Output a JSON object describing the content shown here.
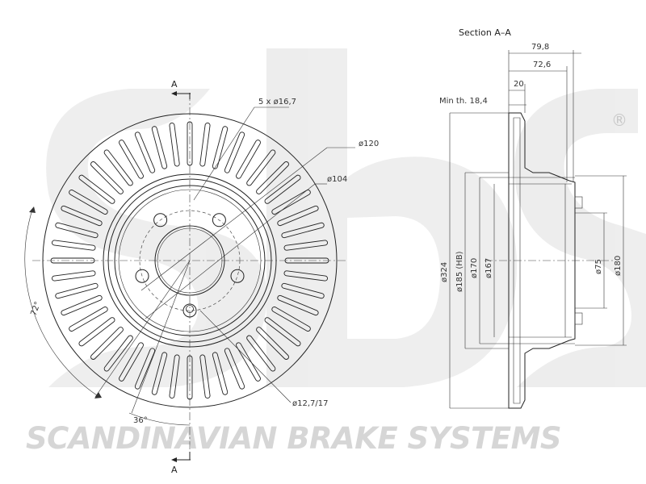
{
  "watermark": {
    "brand_text": "SCANDINAVIAN BRAKE SYSTEMS",
    "registered_mark": "®"
  },
  "front_view": {
    "section_marker_top": "A",
    "section_marker_bottom": "A",
    "bolt_holes_label": "5 x ø16,7",
    "pcd_label": "ø120",
    "hub_diameter_label": "ø104",
    "stud_hole_label": "ø12,7/17",
    "angle_outer_label": "72°",
    "angle_inner_label": "36°",
    "vent_slot_count": 48,
    "bolt_hole_count": 5
  },
  "section_view": {
    "title": "Section A–A",
    "dim_overall_width": "79,8",
    "dim_hat_width": "72,6",
    "dim_thickness": "20",
    "dim_min_thickness": "Min th. 18,4",
    "dim_outer_diameter": "ø324",
    "dim_drum_diameter": "ø185 (HB)",
    "dim_drum_inner_1": "ø170",
    "dim_drum_inner_2": "ø167",
    "dim_center_bore": "ø75",
    "dim_hat_diameter": "ø180"
  }
}
